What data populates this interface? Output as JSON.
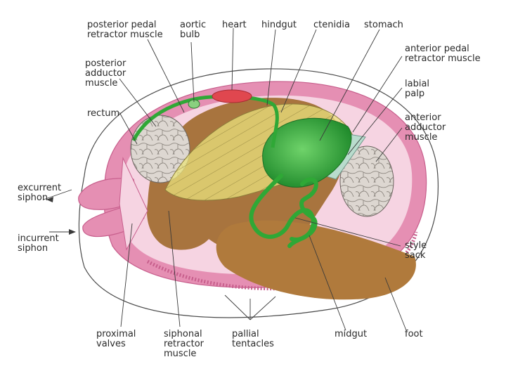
{
  "labels": {
    "posterior_pedal_retractor": "posterior pedal\nretractor muscle",
    "aortic_bulb": "aortic\nbulb",
    "heart": "heart",
    "hindgut": "hindgut",
    "ctenidia": "ctenidia",
    "stomach": "stomach",
    "anterior_pedal_retractor": "anterior pedal\nretractor muscle",
    "posterior_adductor": "posterior\nadductor\nmuscle",
    "labial_palp": "labial\npalp",
    "rectum": "rectum",
    "anterior_adductor": "anterior\nadductor\nmuscle",
    "excurrent_siphon": "excurrent\nsiphon",
    "incurrent_siphon": "incurrent\nsiphon",
    "style_sack": "style\nsack",
    "proximal_valves": "proximal\nvalves",
    "siphonal_retractor": "siphonal\nretractor\nmuscle",
    "pallial_tentacles": "pallial\ntentacles",
    "midgut": "midgut",
    "foot": "foot"
  },
  "colors": {
    "mantle_pink": "#e58fb3",
    "mantle_light": "#f6d4e2",
    "visceral_brown": "#a8743e",
    "foot_brown": "#b07a3c",
    "ctenidia_yellow": "#eae07a",
    "gut_green": "#2fa836",
    "muscle_grey": "#d8d2cc",
    "heart_red": "#e0474f",
    "leader_line": "#3a3a3a"
  }
}
